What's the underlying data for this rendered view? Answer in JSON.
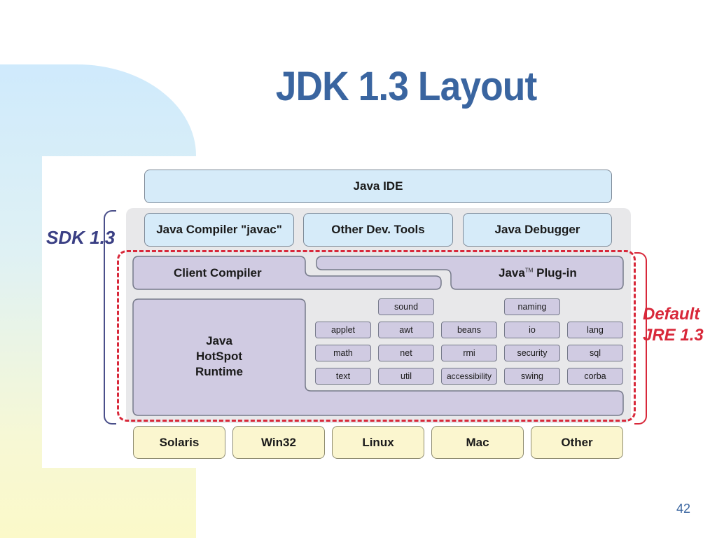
{
  "slide": {
    "title": "JDK 1.3 Layout",
    "page_number": "42"
  },
  "labels": {
    "sdk": "SDK 1.3",
    "jre_line1": "Default",
    "jre_line2": "JRE 1.3"
  },
  "tools": {
    "ide": "Java IDE",
    "compiler": "Java Compiler \"javac\"",
    "dev_tools": "Other Dev. Tools",
    "debugger": "Java Debugger"
  },
  "runtime": {
    "client_compiler": "Client Compiler",
    "plugin": "Java",
    "plugin_tm": "TM",
    "plugin_suffix": " Plug-in",
    "hotspot_line1": "Java",
    "hotspot_line2": "HotSpot",
    "hotspot_line3": "Runtime"
  },
  "packages": {
    "sound": "sound",
    "naming": "naming",
    "applet": "applet",
    "awt": "awt",
    "beans": "beans",
    "io": "io",
    "lang": "lang",
    "math": "math",
    "net": "net",
    "rmi": "rmi",
    "security": "security",
    "sql": "sql",
    "text": "text",
    "util": "util",
    "accessibility": "accessibility",
    "swing": "swing",
    "corba": "corba"
  },
  "platforms": {
    "solaris": "Solaris",
    "win32": "Win32",
    "linux": "Linux",
    "mac": "Mac",
    "other": "Other"
  },
  "colors": {
    "title": "#3a65a0",
    "sdk_label": "#3a3f84",
    "jre_label": "#d8283a",
    "tools_fill": "#d6ebf9",
    "runtime_fill": "#d0cbe2",
    "platform_fill": "#fbf6cf"
  }
}
